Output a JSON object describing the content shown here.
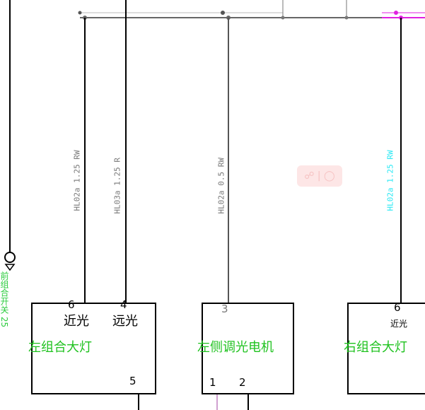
{
  "wire_labels": {
    "w1": "HL02a 1.25 RW",
    "w2": "HL03a 1.25 R",
    "w3": "HL02a 0.5 RW",
    "w4": "HL02a 1.25 RW"
  },
  "side_label": "前组合开关 25",
  "left_lamp": {
    "pin_a": "6",
    "pin_a_func": "近光",
    "pin_b": "4",
    "pin_b_func": "远光",
    "name": "左组合大灯",
    "pin_c": "5"
  },
  "motor": {
    "pin_top": "3",
    "name": "左侧调光电机",
    "pin_1": "1",
    "pin_2": "2"
  },
  "right_lamp": {
    "pin_a": "6",
    "pin_a_func": "近光",
    "name": "右组合大灯"
  },
  "colors": {
    "wire": "#000000",
    "wire_gray": "#555555",
    "magenta": "#e020e0",
    "cyan_label": "#27e8f4",
    "green_label": "#1fc21f"
  }
}
